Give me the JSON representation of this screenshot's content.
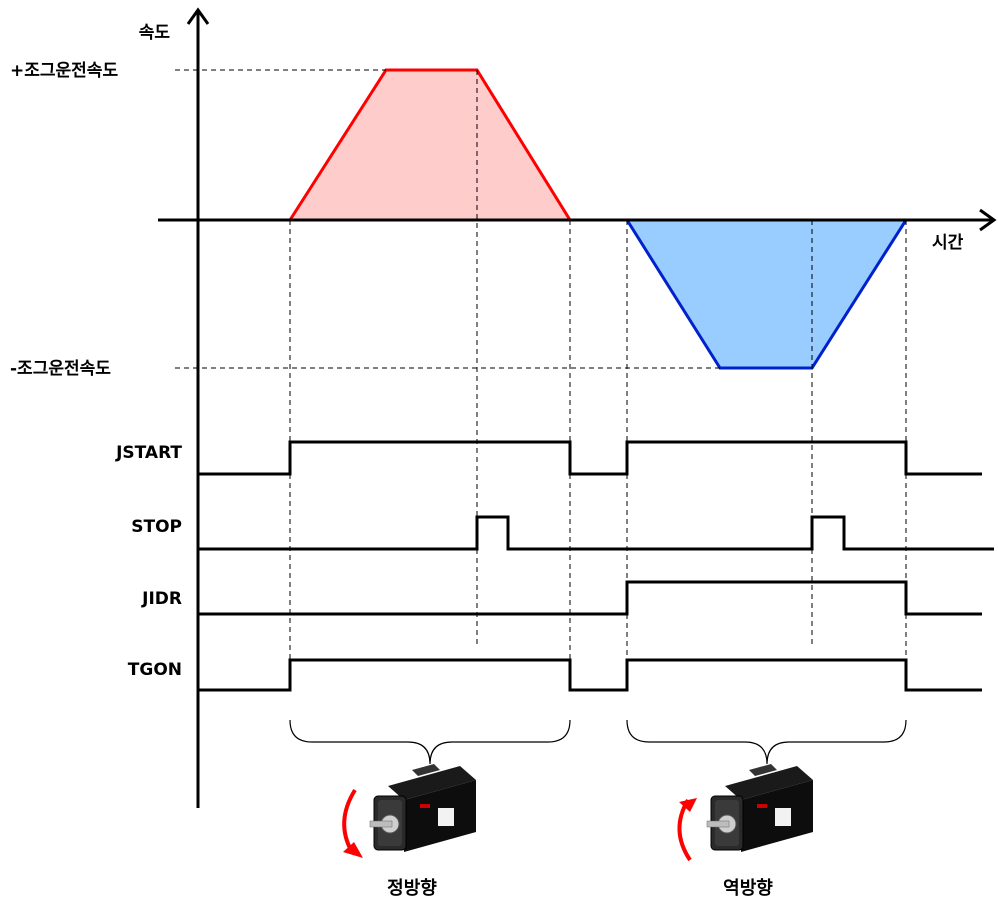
{
  "axes": {
    "y_label": "속도",
    "x_label": "시간",
    "pos_speed_label": "+조그운전속도",
    "neg_speed_label": "-조그운전속도"
  },
  "signals": [
    {
      "name": "JSTART",
      "states": [
        "low",
        "high",
        "low",
        "high",
        "low"
      ]
    },
    {
      "name": "STOP",
      "states": [
        "low",
        "pulse",
        "low",
        "pulse",
        "low"
      ]
    },
    {
      "name": "JIDR",
      "states": [
        "low",
        "low",
        "low",
        "high",
        "low"
      ]
    },
    {
      "name": "TGON",
      "states": [
        "low",
        "high",
        "low",
        "high",
        "low"
      ]
    }
  ],
  "profiles": [
    {
      "direction": "forward",
      "fill": "#ffcccc",
      "stroke": "#ff0000"
    },
    {
      "direction": "reverse",
      "fill": "#99ccff",
      "stroke": "#0022cc"
    }
  ],
  "captions": {
    "forward": "정방향",
    "reverse": "역방향"
  },
  "icons": {
    "motor": "servo-motor-icon",
    "arrow": "rotation-arrow-icon"
  }
}
